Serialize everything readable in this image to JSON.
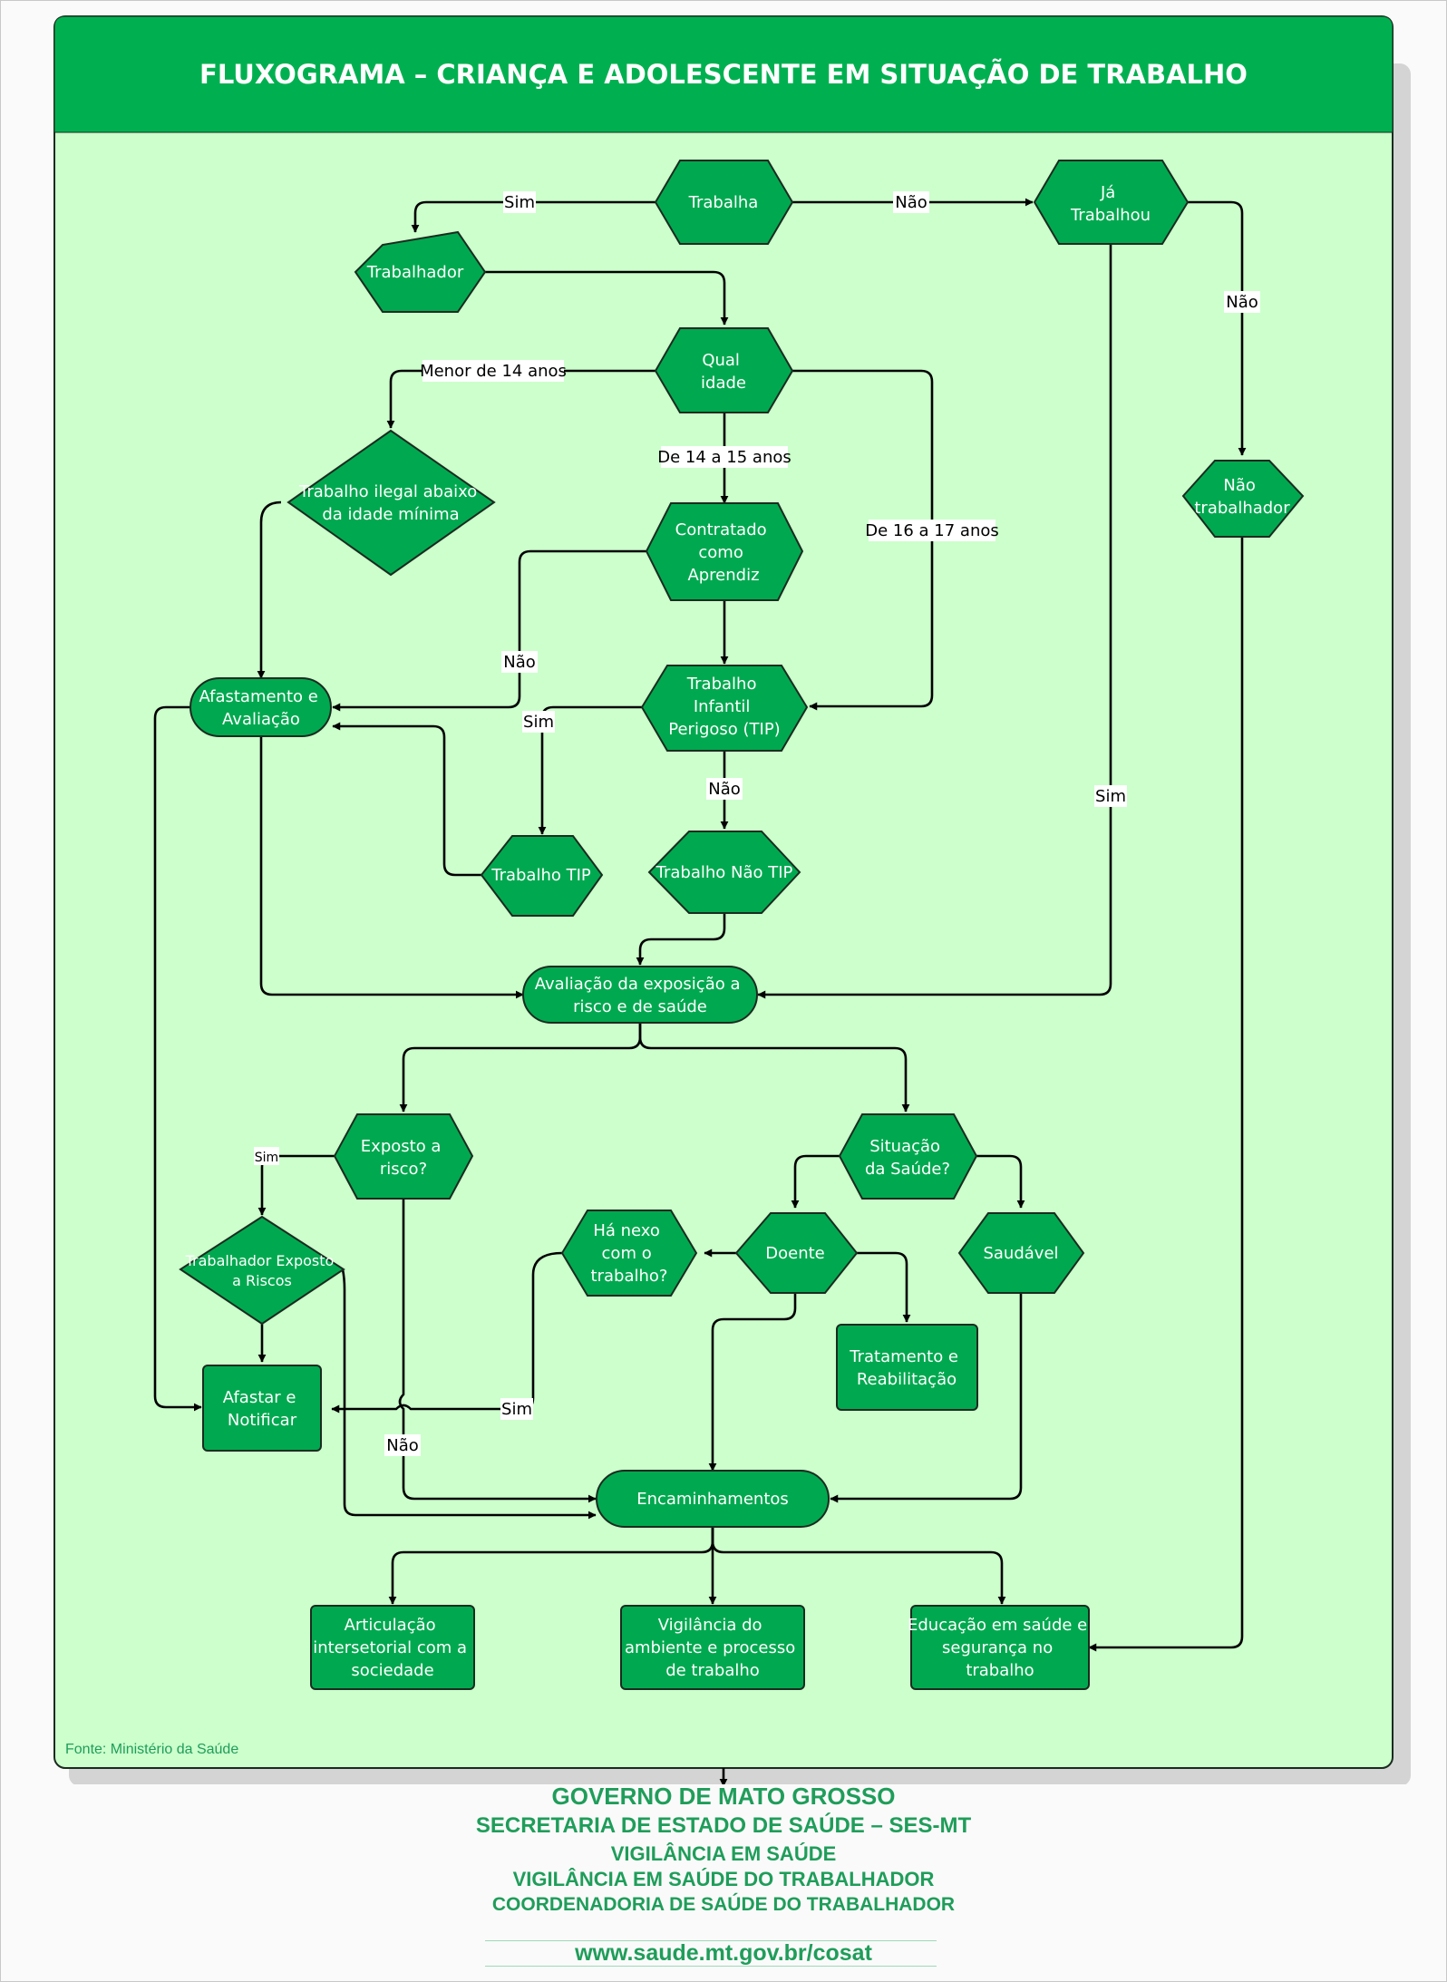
{
  "title": "FLUXOGRAMA – CRIANÇA E ADOLESCENTE EM SITUAÇÃO DE TRABALHO",
  "source": "Fonte: Ministério da Saúde",
  "colors": {
    "header": "#00b050",
    "panel": "#ccffcc",
    "node_fill": "#00a94f",
    "node_stroke": "#1b2b1f",
    "footer_text": "#1f9d5a"
  },
  "nodes": {
    "trabalha": {
      "lines": [
        "Trabalha"
      ]
    },
    "ja_trabalhou": {
      "lines": [
        "Já",
        "Trabalhou"
      ]
    },
    "trabalhador": {
      "lines": [
        "Trabalhador"
      ]
    },
    "qual_idade": {
      "lines": [
        "Qual",
        "idade"
      ]
    },
    "nao_trabalhador": {
      "lines": [
        "Não",
        "trabalhador"
      ]
    },
    "trabalho_ilegal": {
      "lines": [
        "Trabalho ilegal abaixo",
        "da idade mínima"
      ]
    },
    "contratado": {
      "lines": [
        "Contratado",
        "como",
        "Aprendiz"
      ]
    },
    "afastamento": {
      "lines": [
        "Afastamento e",
        "Avaliação"
      ]
    },
    "tip": {
      "lines": [
        "Trabalho",
        "Infantil",
        "Perigoso (TIP)"
      ]
    },
    "trabalho_tip": {
      "lines": [
        "Trabalho TIP"
      ]
    },
    "trabalho_nao_tip": {
      "lines": [
        "Trabalho Não TIP"
      ]
    },
    "avaliacao": {
      "lines": [
        "Avaliação da exposição a",
        "risco e de saúde"
      ]
    },
    "exposto": {
      "lines": [
        "Exposto a",
        "risco?"
      ]
    },
    "situacao": {
      "lines": [
        "Situação",
        "da Saúde?"
      ]
    },
    "trab_exposto": {
      "lines": [
        "Trabalhador Exposto",
        "a Riscos"
      ]
    },
    "nexo": {
      "lines": [
        "Há nexo",
        "com o",
        "trabalho?"
      ]
    },
    "doente": {
      "lines": [
        "Doente"
      ]
    },
    "saudavel": {
      "lines": [
        "Saudável"
      ]
    },
    "afastar": {
      "lines": [
        "Afastar e",
        "Notificar"
      ]
    },
    "tratamento": {
      "lines": [
        "Tratamento e",
        "Reabilitação"
      ]
    },
    "encaminhamentos": {
      "lines": [
        "Encaminhamentos"
      ]
    },
    "articulacao": {
      "lines": [
        "Articulação",
        "intersetorial com a",
        "sociedade"
      ]
    },
    "vigilancia": {
      "lines": [
        "Vigilância do",
        "ambiente e processo",
        "de trabalho"
      ]
    },
    "educacao": {
      "lines": [
        "Educação em saúde e",
        "segurança no",
        "trabalho"
      ]
    }
  },
  "edge_labels": {
    "sim_trabalhador": "Sim",
    "nao_ja": "Não",
    "nao_nao_trab": "Não",
    "menor_14": "Menor de 14 anos",
    "de_14_15": "De 14 a 15 anos",
    "de_16_17": "De 16 a 17 anos",
    "nao_aprendiz": "Não",
    "sim_tip": "Sim",
    "nao_tip": "Não",
    "sim_ja": "Sim",
    "sim_exposto": "Sim",
    "sim_nexo": "Sim",
    "nao_exposto": "Não"
  },
  "footer": {
    "line1": "GOVERNO DE MATO GROSSO",
    "line2": "SECRETARIA DE ESTADO DE SAÚDE – SES-MT",
    "line3": "VIGILÂNCIA EM SAÚDE",
    "line4": "VIGILÂNCIA EM SAÚDE DO TRABALHADOR",
    "line5": "COORDENADORIA DE SAÚDE DO TRABALHADOR",
    "website": "www.saude.mt.gov.br/cosat"
  }
}
